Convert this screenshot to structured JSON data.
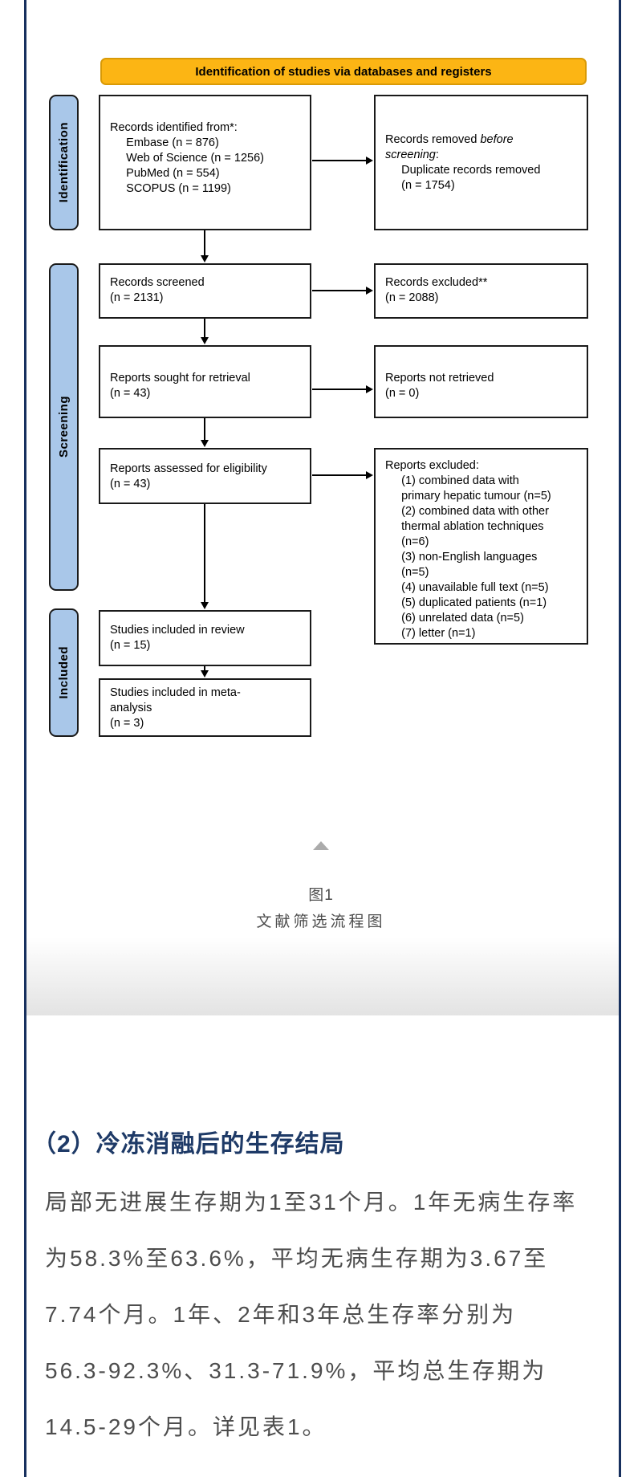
{
  "flow_diagram": {
    "banner": "Identification of studies via databases and registers",
    "stage_labels": {
      "identification": "Identification",
      "screening": "Screening",
      "included": "Included"
    },
    "boxes": {
      "records_identified": "Records identified from*:\n     Embase (n = 876)\n     Web of Science (n = 1256)\n     PubMed (n = 554)\n     SCOPUS (n = 1199)",
      "records_removed_prefix": "Records removed ",
      "records_removed_italic": "before\nscreening",
      "records_removed_colon": ":",
      "records_removed_detail": "\n     Duplicate records removed\n     (n = 1754)",
      "records_screened": "Records screened\n(n = 2131)",
      "records_excluded": "Records excluded**\n(n = 2088)",
      "reports_sought": "Reports sought for retrieval\n(n = 43)",
      "reports_not_retrieved": "Reports not retrieved\n(n = 0)",
      "reports_assessed": "Reports assessed for eligibility\n(n = 43)",
      "reports_excluded": "Reports excluded:\n     (1) combined data with\n     primary hepatic tumour (n=5)\n     (2) combined data with other\n     thermal ablation techniques\n     (n=6)\n     (3) non-English languages\n     (n=5)\n     (4) unavailable full text (n=5)\n     (5) duplicated patients (n=1)\n     (6) unrelated data (n=5)\n     (7) letter (n=1)",
      "studies_review": "Studies included in review\n(n = 15)",
      "studies_meta": "Studies included in meta-\nanalysis\n(n = 3)"
    }
  },
  "figure_caption": {
    "label": "图1",
    "title": "文献筛选流程图",
    "collapse_icon": "collapse-triangle-icon"
  },
  "article": {
    "heading": "（2）冷冻消融后的生存结局",
    "paragraph_lines": [
      "局部无进展生存期为1至31个月。1年无病生存率",
      "为58.3%至63.6%，平均无病生存期为3.67至",
      "7.74个月。1年、2年和3年总生存率分别为",
      "56.3-92.3%、31.3-71.9%，平均总生存期为",
      "14.5-29个月。详见表1。"
    ]
  },
  "colors": {
    "banner_yellow": "#FCB514",
    "stage_label_blue": "#A9C7E9",
    "card_border_navy": "#17305E",
    "heading_navy": "#1E3A67",
    "body_text_gray": "#4D4D4D"
  }
}
